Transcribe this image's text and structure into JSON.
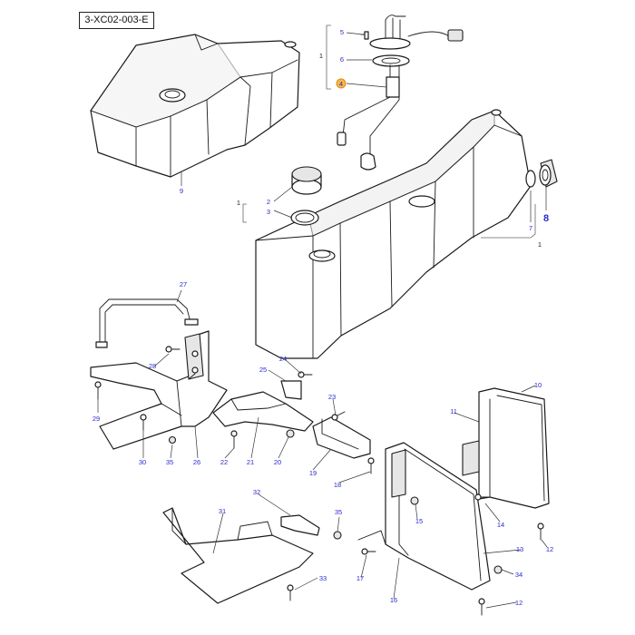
{
  "figure": {
    "reference_code": "3-XC02-003-E"
  },
  "callouts": [
    "1",
    "2",
    "3",
    "4",
    "5",
    "6",
    "7",
    "8",
    "9",
    "10",
    "11",
    "12",
    "13",
    "14",
    "15",
    "16",
    "17",
    "18",
    "19",
    "20",
    "21",
    "22",
    "23",
    "24",
    "25",
    "26",
    "27",
    "28",
    "29",
    "30",
    "31",
    "32",
    "33",
    "34",
    "35"
  ],
  "colors": {
    "callout_text": "#2a2ad0",
    "highlight": "#f6b84a",
    "line": "#1a1a1a"
  }
}
